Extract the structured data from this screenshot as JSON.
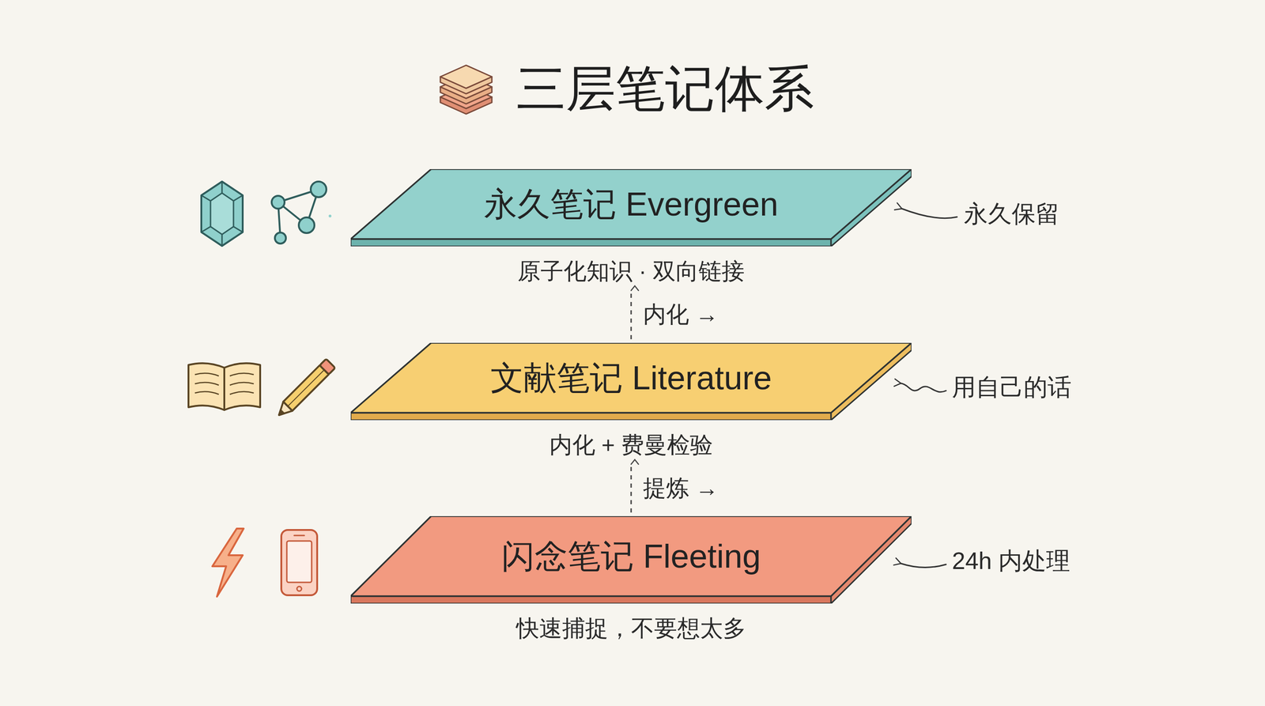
{
  "diagram": {
    "title": "三层笔记体系",
    "nodes": [
      {
        "text": [
          "永久笔记 Evergreen",
          "原子化知识 · 双向链接"
        ]
      },
      {
        "text": [
          "文献笔记 Literature",
          "内化 + 费曼检验"
        ]
      },
      {
        "text": [
          "闪念笔记 Fleeting",
          "快速捕捉，不要想太多"
        ]
      }
    ],
    "edges": [
      {
        "from": 1,
        "to": 0,
        "arrow": "to",
        "label": "内化 →"
      },
      {
        "from": 2,
        "to": 1,
        "arrow": "to",
        "label": "提炼 →"
      }
    ],
    "labels": [
      "永久保留",
      "用自己的话",
      "24h 内处理"
    ]
  }
}
